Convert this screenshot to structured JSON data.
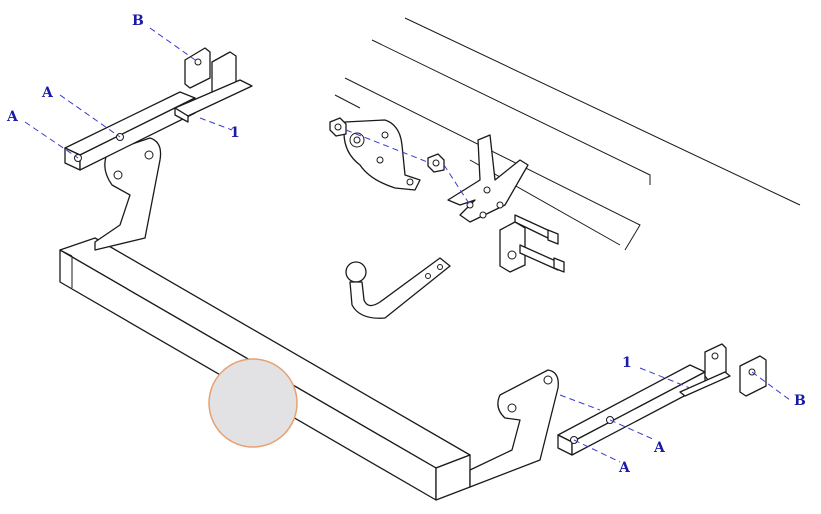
{
  "labels": {
    "a": "A",
    "b": "B",
    "one": "1"
  },
  "colors": {
    "line": "#1a1a1a",
    "label": "#1a1aa8",
    "leader": "#3a3ad0",
    "marker_fill": "#e2e2e4",
    "marker_stroke": "#e8a070"
  }
}
